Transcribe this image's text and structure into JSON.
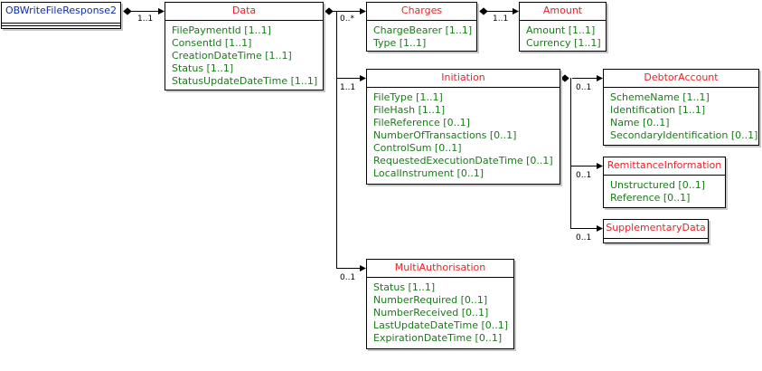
{
  "root": {
    "title": "OBWriteFileResponse2"
  },
  "data": {
    "title": "Data",
    "attributes": [
      "FilePaymentId [1..1]",
      "ConsentId [1..1]",
      "CreationDateTime [1..1]",
      "Status [1..1]",
      "StatusUpdateDateTime [1..1]"
    ]
  },
  "charges": {
    "title": "Charges",
    "attributes": [
      "ChargeBearer [1..1]",
      "Type [1..1]"
    ]
  },
  "amount": {
    "title": "Amount",
    "attributes": [
      "Amount [1..1]",
      "Currency [1..1]"
    ]
  },
  "initiation": {
    "title": "Initiation",
    "attributes": [
      "FileType [1..1]",
      "FileHash [1..1]",
      "FileReference [0..1]",
      "NumberOfTransactions [0..1]",
      "ControlSum [0..1]",
      "RequestedExecutionDateTime [0..1]",
      "LocalInstrument [0..1]"
    ]
  },
  "debtor_account": {
    "title": "DebtorAccount",
    "attributes": [
      "SchemeName [1..1]",
      "Identification [1..1]",
      "Name [0..1]",
      "SecondaryIdentification [0..1]"
    ]
  },
  "remittance_information": {
    "title": "RemittanceInformation",
    "attributes": [
      "Unstructured [0..1]",
      "Reference [0..1]"
    ]
  },
  "supplementary_data": {
    "title": "SupplementaryData"
  },
  "multi_authorisation": {
    "title": "MultiAuthorisation",
    "attributes": [
      "Status [1..1]",
      "NumberRequired [0..1]",
      "NumberReceived [0..1]",
      "LastUpdateDateTime [0..1]",
      "ExpirationDateTime [0..1]"
    ]
  },
  "multiplicities": {
    "root_to_data": "1..1",
    "data_to_charges": "0..*",
    "charges_to_amount": "1..1",
    "data_to_initiation": "1..1",
    "data_to_multi_authorisation": "0..1",
    "initiation_to_debtor_account": "0..1",
    "initiation_to_remittance_information": "0..1",
    "initiation_to_supplementary_data": "0..1"
  },
  "colors": {
    "class_name": "#e8242a",
    "root_name": "#0f2ea7",
    "attribute": "#1a7a1a",
    "line": "#000000",
    "shadow": "#c8c8c8"
  }
}
